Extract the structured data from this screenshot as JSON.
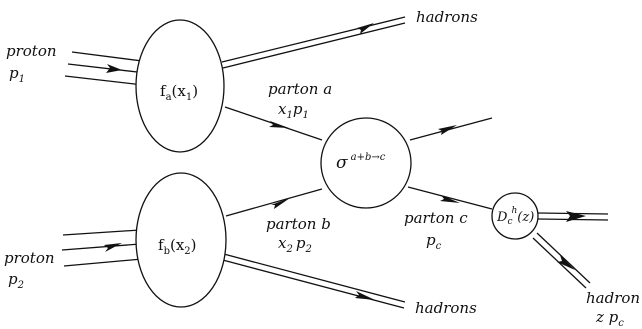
{
  "labels": {
    "proton1": "proton",
    "p1_main": "p",
    "p1_sub": "1",
    "proton2": "proton",
    "p2_main": "p",
    "p2_sub": "2",
    "hadrons_top": "hadrons",
    "hadrons_bottom": "hadrons",
    "parton_a": "parton a",
    "parton_a_mom": [
      "x",
      "1",
      "p",
      "1"
    ],
    "parton_b": "parton b",
    "parton_b_mom": [
      "x",
      "2",
      "p",
      "2"
    ],
    "parton_c": "parton c",
    "pc_main": "p",
    "pc_sub": "c",
    "hadron": "hadron",
    "zpc": [
      "z p",
      "c"
    ],
    "fa": [
      "f",
      "a",
      "(x",
      "1",
      ")"
    ],
    "fb": [
      "f",
      "b",
      "(x",
      "2",
      ")"
    ],
    "sigma": "σ",
    "sigma_sup": "a+b→c",
    "dch": [
      "D",
      "c",
      "h",
      "(z)"
    ]
  }
}
